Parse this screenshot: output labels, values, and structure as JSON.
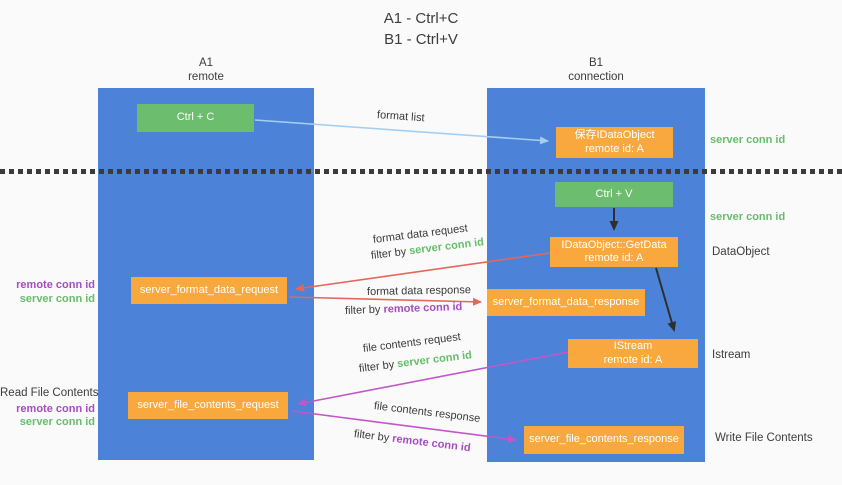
{
  "title": {
    "line1": "A1 - Ctrl+C",
    "line2": "B1 - Ctrl+V"
  },
  "columns": {
    "a1": {
      "name": "A1",
      "subtitle": "remote"
    },
    "b1": {
      "name": "B1",
      "subtitle": "connection"
    }
  },
  "boxes": {
    "ctrl_c": "Ctrl + C",
    "save_dataobject_line1": "保存IDataObject",
    "save_dataobject_line2": "remote id: A",
    "ctrl_v": "Ctrl + V",
    "getdata_line1": "IDataObject::GetData",
    "getdata_line2": "remote id: A",
    "format_request": "server_format_data_request",
    "format_response": "server_format_data_response",
    "istream_line1": "IStream",
    "istream_line2": "remote id: A",
    "file_request": "server_file_contents_request",
    "file_response": "server_file_contents_response"
  },
  "arrow_labels": {
    "format_list": "format list",
    "format_data_request": "format data request",
    "format_data_request_filter_prefix": "filter by ",
    "format_data_request_filter_key": "server conn id",
    "format_data_response": "format data response",
    "format_data_response_filter_prefix": "filter by ",
    "format_data_response_filter_key": "remote conn id",
    "file_contents_request": "file contents request",
    "file_contents_request_filter_prefix": "filter by ",
    "file_contents_request_filter_key": "server conn id",
    "file_contents_response": "file contents response",
    "file_contents_response_filter_prefix": "filter by ",
    "file_contents_response_filter_key": "remote conn id"
  },
  "side_labels": {
    "right_server_conn_id_top": "server conn id",
    "right_server_conn_id_mid": "server conn id",
    "right_dataobject": "DataObject",
    "right_istream": "Istream",
    "right_write_file": "Write File Contents",
    "left_remote_conn_id_top": "remote conn id",
    "left_server_conn_id_top": "server conn id",
    "left_read_file": "Read File Contents",
    "left_remote_conn_id_bottom": "remote conn id",
    "left_server_conn_id_bottom": "server conn id"
  },
  "colors": {
    "column_blue": "#4c82d8",
    "box_green": "#6cbe6e",
    "box_orange": "#f8a83d",
    "text_green": "#67bd6b",
    "text_purple": "#a64dc0",
    "arrow_light_blue": "#a5cff0",
    "arrow_red": "#e8655a",
    "arrow_magenta": "#c356c9",
    "arrow_black": "#2f2f2f",
    "background": "#fafafa"
  }
}
